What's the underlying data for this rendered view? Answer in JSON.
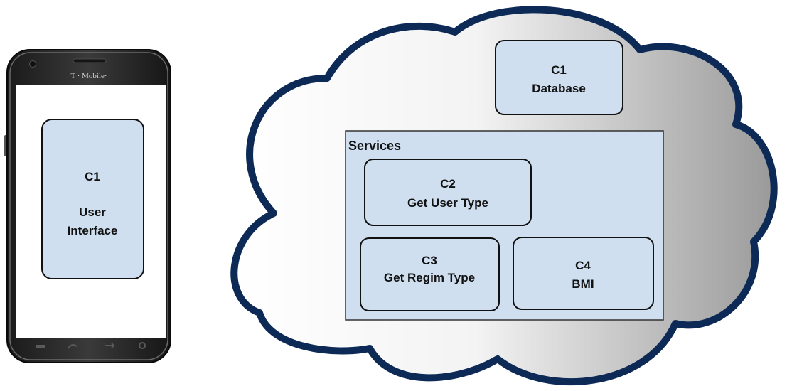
{
  "phone": {
    "carrier": "T · Mobile·",
    "component": {
      "id": "C1",
      "name_line1": "User",
      "name_line2": "Interface"
    }
  },
  "cloud": {
    "database": {
      "id": "C1",
      "name": "Database"
    },
    "services": {
      "title": "Services",
      "items": [
        {
          "id": "C2",
          "name": "Get User Type"
        },
        {
          "id": "C3",
          "name": "Get Regim Type"
        },
        {
          "id": "C4",
          "name": "BMI"
        }
      ]
    }
  },
  "colors": {
    "box_fill": "#cfdff0",
    "box_stroke": "#111111",
    "cloud_stroke": "#0d2a57",
    "phone_body": "#2a2a2a",
    "screen": "#ffffff"
  }
}
